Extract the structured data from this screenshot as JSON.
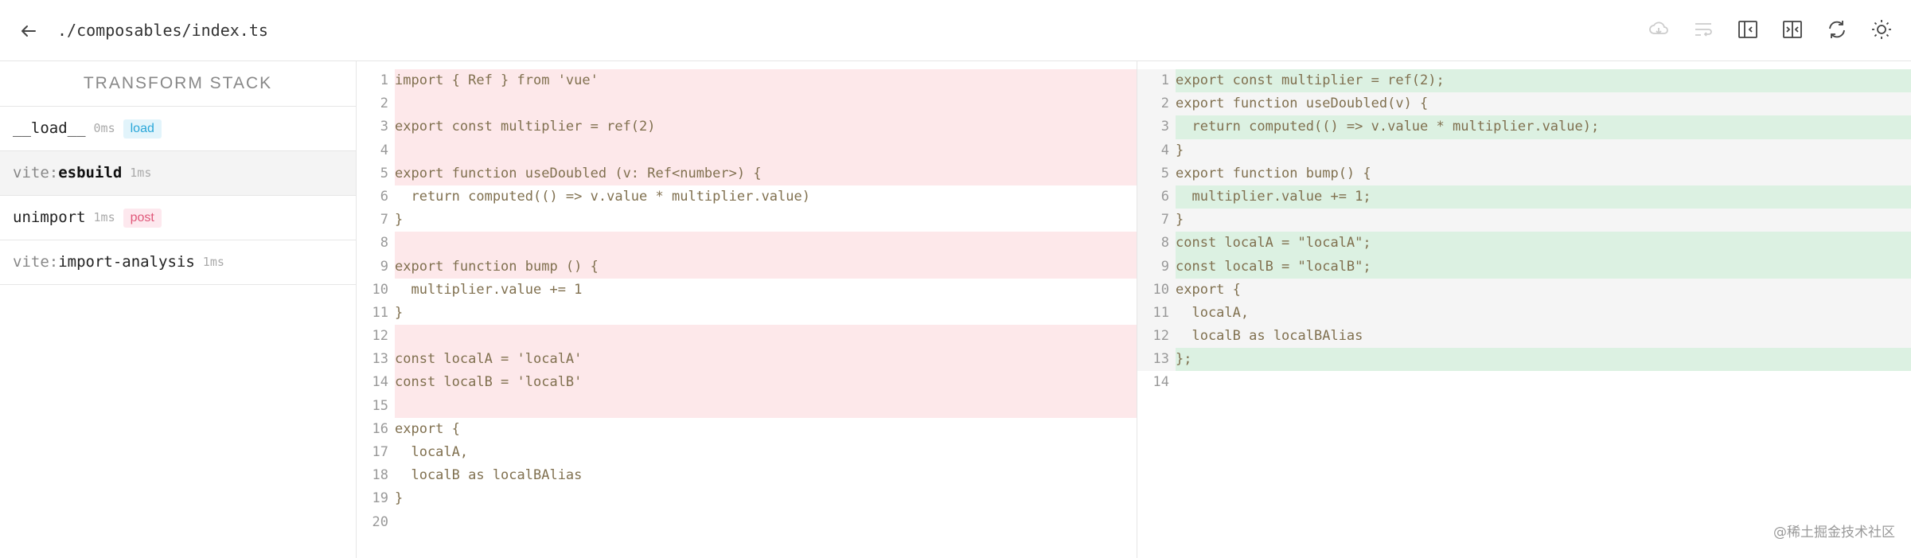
{
  "header": {
    "file_path": "./composables/index.ts"
  },
  "toolbar": {
    "icons": [
      "cloud-icon",
      "wrap-icon",
      "panel-left-icon",
      "split-icon",
      "refresh-icon",
      "theme-sun-icon"
    ]
  },
  "sidebar": {
    "title": "Transform Stack",
    "plugins": [
      {
        "prefix": "",
        "name": "__load__",
        "time": "0ms",
        "badge": "load"
      },
      {
        "prefix": "vite:",
        "name": "esbuild",
        "time": "1ms",
        "badge": ""
      },
      {
        "prefix": "",
        "name": "unimport",
        "time": "1ms",
        "badge": "post"
      },
      {
        "prefix": "vite:",
        "name": "import-analysis",
        "time": "1ms",
        "badge": ""
      }
    ]
  },
  "left_pane": {
    "line_numbers": [
      "1",
      "2",
      "3",
      "4",
      "5",
      "6",
      "7",
      "8",
      "9",
      "10",
      "11",
      "12",
      "13",
      "14",
      "15",
      "16",
      "17",
      "18",
      "19",
      "20"
    ],
    "lines": [
      "import { Ref } from 'vue'",
      "",
      "export const multiplier = ref(2)",
      "",
      "export function useDoubled (v: Ref<number>) {",
      "  return computed(() => v.value * multiplier.value)",
      "}",
      "",
      "export function bump () {",
      "  multiplier.value += 1",
      "}",
      "",
      "const localA = 'localA'",
      "const localB = 'localB'",
      "",
      "export {",
      "  localA,",
      "  localB as localBAlias",
      "}",
      ""
    ]
  },
  "right_pane": {
    "line_numbers": [
      "1",
      "2",
      "3",
      "4",
      "5",
      "6",
      "7",
      "8",
      "9",
      "10",
      "11",
      "12",
      "13",
      "14"
    ],
    "lines": [
      "export const multiplier = ref(2);",
      "export function useDoubled(v) {",
      "  return computed(() => v.value * multiplier.value);",
      "}",
      "export function bump() {",
      "  multiplier.value += 1;",
      "}",
      "const localA = \"localA\";",
      "const localB = \"localB\";",
      "export {",
      "  localA,",
      "  localB as localBAlias",
      "};",
      ""
    ]
  },
  "watermark": "@稀土掘金技术社区",
  "colors": {
    "removed_bg": "#fde8ea",
    "added_bg": "#dcf1e2",
    "badge_load": "#2aa7d9",
    "badge_post": "#e0587a"
  }
}
